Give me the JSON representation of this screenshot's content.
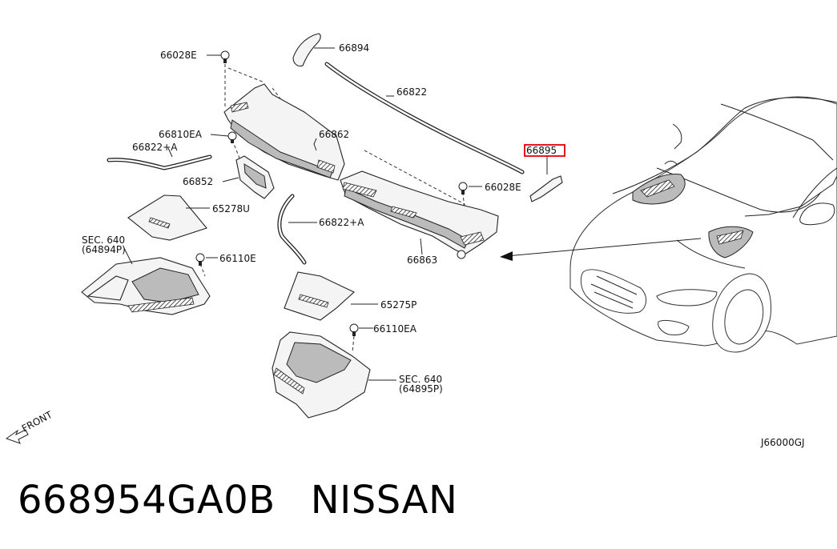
{
  "labels": {
    "l66028E_top": "66028E",
    "l66894": "66894",
    "l66822": "66822",
    "l66810EA": "66810EA",
    "l66862": "66862",
    "l66822A_top": "66822+A",
    "l66895": "66895",
    "l66852": "66852",
    "l66028E_right": "66028E",
    "l65278U": "65278U",
    "l66822A_mid": "66822+A",
    "sec640a_1": "SEC. 640",
    "sec640a_2": "(64894P)",
    "l66110E": "66110E",
    "l66863": "66863",
    "l65275P": "65275P",
    "l66110EA": "66110EA",
    "sec640b_1": "SEC. 640",
    "sec640b_2": "(64895P)",
    "front": "FRONT",
    "diagram_id": "J66000GJ"
  },
  "highlight_color": "#e00000",
  "caption": {
    "part_number": "668954GA0B",
    "brand": "NISSAN"
  }
}
